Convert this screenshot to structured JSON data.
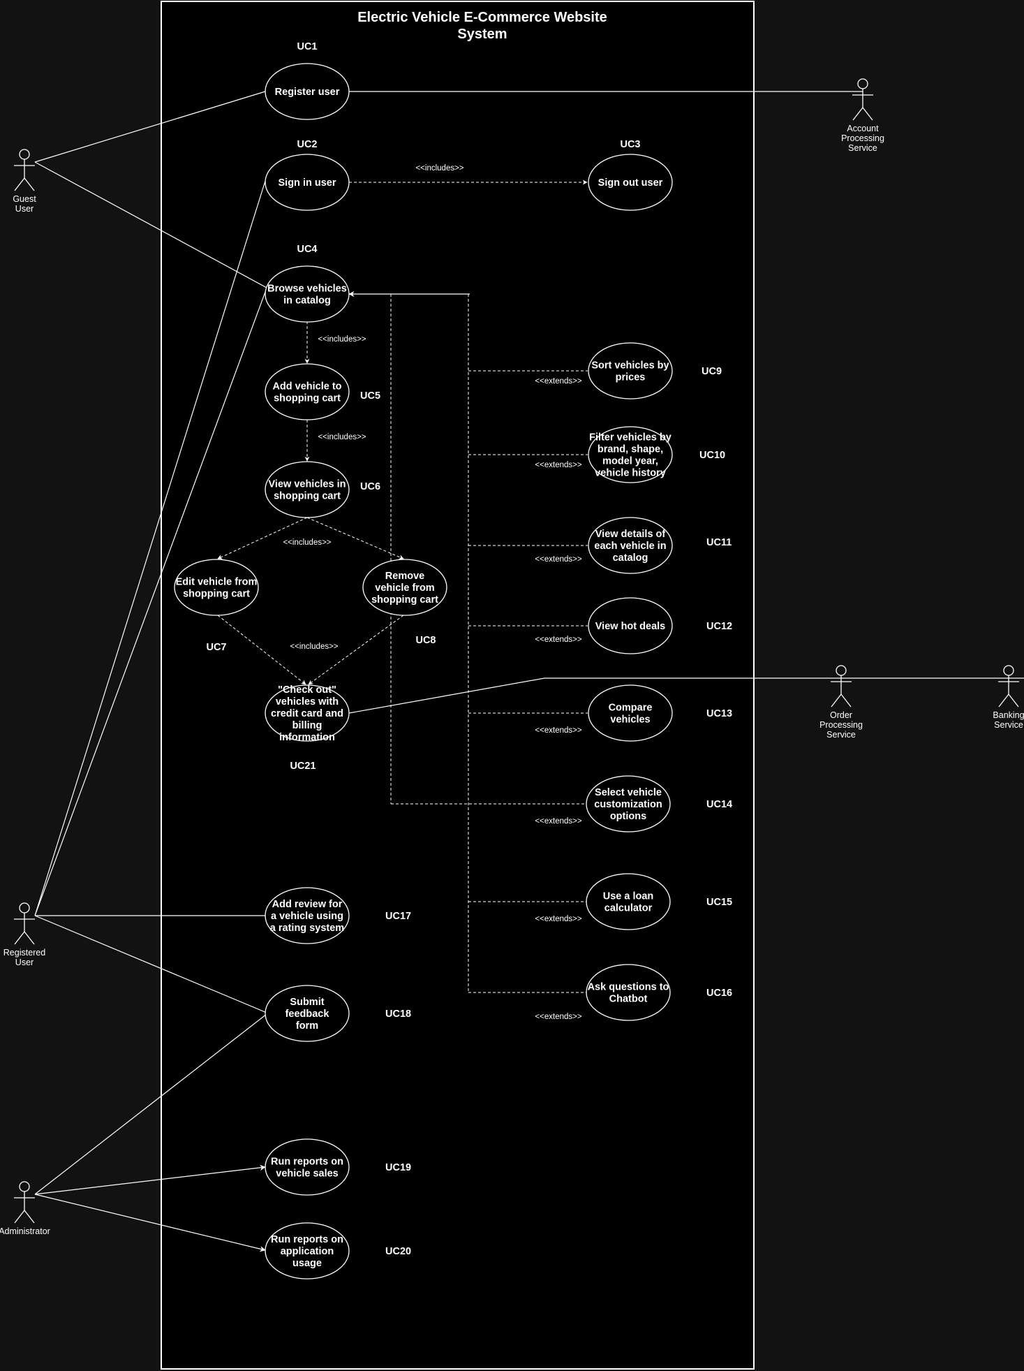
{
  "system": {
    "title_lines": [
      "Electric Vehicle E-Commerce Website",
      "System"
    ]
  },
  "colors": {
    "page": "#121212",
    "system_fill": "#000000",
    "ink": "#ffffff"
  },
  "actors": [
    {
      "id": "guest",
      "name": "guest-user-actor",
      "label_lines": [
        "Guest",
        "User"
      ]
    },
    {
      "id": "registered",
      "name": "registered-user-actor",
      "label_lines": [
        "Registered",
        "User"
      ]
    },
    {
      "id": "admin",
      "name": "administrator-actor",
      "label_lines": [
        "Administrator"
      ]
    },
    {
      "id": "account",
      "name": "account-processing-service-actor",
      "label_lines": [
        "Account",
        "Processing",
        "Service"
      ]
    },
    {
      "id": "order",
      "name": "order-processing-service-actor",
      "label_lines": [
        "Order",
        "Processing",
        "Service"
      ]
    },
    {
      "id": "banking",
      "name": "banking-service-actor",
      "label_lines": [
        "Banking",
        "Service"
      ]
    }
  ],
  "use_cases": [
    {
      "id": "UC1",
      "name": "uc1-register-user",
      "code": "UC1",
      "label_lines": [
        "Register user"
      ]
    },
    {
      "id": "UC2",
      "name": "uc2-sign-in-user",
      "code": "UC2",
      "label_lines": [
        "Sign in user"
      ]
    },
    {
      "id": "UC3",
      "name": "uc3-sign-out-user",
      "code": "UC3",
      "label_lines": [
        "Sign out user"
      ]
    },
    {
      "id": "UC4",
      "name": "uc4-browse-vehicles",
      "code": "UC4",
      "label_lines": [
        "Browse vehicles",
        "in catalog"
      ]
    },
    {
      "id": "UC5",
      "name": "uc5-add-vehicle-to-cart",
      "code": "UC5",
      "label_lines": [
        "Add vehicle to",
        "shopping cart"
      ]
    },
    {
      "id": "UC6",
      "name": "uc6-view-vehicles-in-cart",
      "code": "UC6",
      "label_lines": [
        "View vehicles in",
        "shopping cart"
      ]
    },
    {
      "id": "UC7",
      "name": "uc7-edit-vehicle-from-cart",
      "code": "UC7",
      "label_lines": [
        "Edit vehicle from",
        "shopping cart"
      ]
    },
    {
      "id": "UC8",
      "name": "uc8-remove-vehicle-from-cart",
      "code": "UC8",
      "label_lines": [
        "Remove",
        "vehicle from",
        "shopping cart"
      ]
    },
    {
      "id": "UC9",
      "name": "uc9-sort-vehicles-by-prices",
      "code": "UC9",
      "label_lines": [
        "Sort vehicles by",
        "prices"
      ]
    },
    {
      "id": "UC10",
      "name": "uc10-filter-vehicles",
      "code": "UC10",
      "label_lines": [
        "Filter vehicles by",
        "brand, shape,",
        "model year,",
        "vehicle history"
      ]
    },
    {
      "id": "UC11",
      "name": "uc11-view-vehicle-details",
      "code": "UC11",
      "label_lines": [
        "View details of",
        "each vehicle in",
        "catalog"
      ]
    },
    {
      "id": "UC12",
      "name": "uc12-view-hot-deals",
      "code": "UC12",
      "label_lines": [
        "View hot deals"
      ]
    },
    {
      "id": "UC13",
      "name": "uc13-compare-vehicles",
      "code": "UC13",
      "label_lines": [
        "Compare",
        "vehicles"
      ]
    },
    {
      "id": "UC14",
      "name": "uc14-select-customization",
      "code": "UC14",
      "label_lines": [
        "Select vehicle",
        "customization",
        "options"
      ]
    },
    {
      "id": "UC15",
      "name": "uc15-loan-calculator",
      "code": "UC15",
      "label_lines": [
        "Use a loan",
        "calculator"
      ]
    },
    {
      "id": "UC16",
      "name": "uc16-ask-chatbot",
      "code": "UC16",
      "label_lines": [
        "Ask questions to",
        "Chatbot"
      ]
    },
    {
      "id": "UC17",
      "name": "uc17-add-review",
      "code": "UC17",
      "label_lines": [
        "Add review for",
        "a vehicle using",
        "a rating system"
      ]
    },
    {
      "id": "UC18",
      "name": "uc18-submit-feedback",
      "code": "UC18",
      "label_lines": [
        "Submit",
        "feedback",
        "form"
      ]
    },
    {
      "id": "UC19",
      "name": "uc19-report-vehicle-sales",
      "code": "UC19",
      "label_lines": [
        "Run reports on",
        "vehicle sales"
      ]
    },
    {
      "id": "UC20",
      "name": "uc20-report-application-usage",
      "code": "UC20",
      "label_lines": [
        "Run reports on",
        "application",
        "usage"
      ]
    },
    {
      "id": "UC21",
      "name": "uc21-check-out",
      "code": "UC21",
      "label_lines": [
        "\"Check out\"",
        "vehicles with",
        "credit card and",
        "billing",
        "information"
      ]
    }
  ],
  "stereotypes": {
    "includes": "<<includes>>",
    "extends": "<<extends>>"
  }
}
